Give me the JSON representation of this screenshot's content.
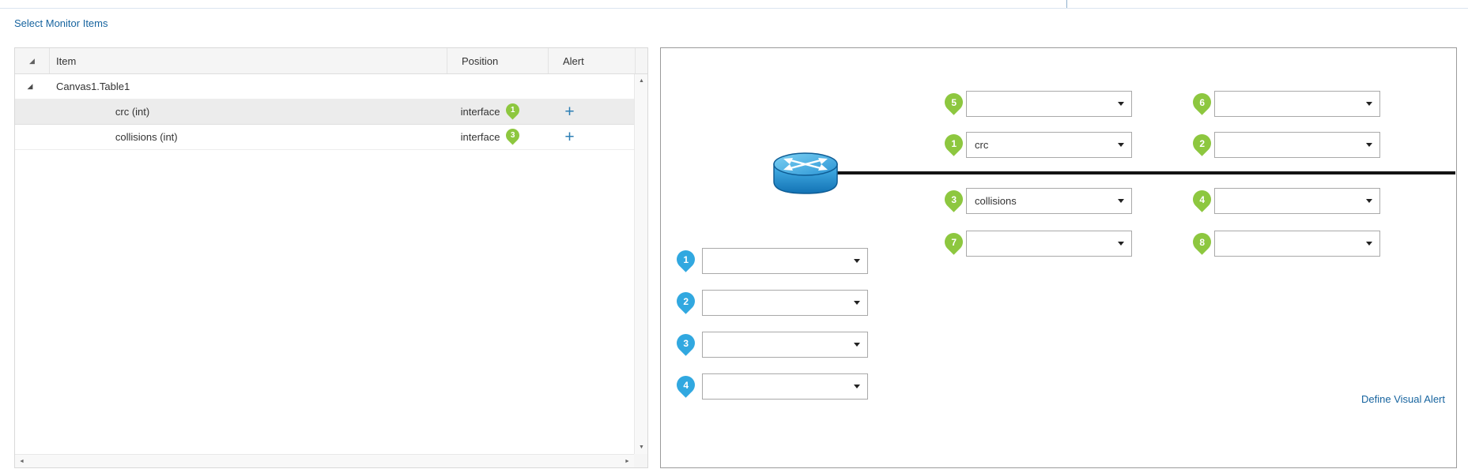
{
  "header": {
    "select_monitor_items": "Select Monitor Items"
  },
  "monitor_table": {
    "columns": {
      "item": "Item",
      "position": "Position",
      "alert": "Alert"
    },
    "group_row": {
      "label": "Canvas1.Table1"
    },
    "rows": [
      {
        "item": "crc (int)",
        "position": "interface",
        "pin_number": "1",
        "alert_action": "+"
      },
      {
        "item": "collisions (int)",
        "position": "interface",
        "pin_number": "3",
        "alert_action": "+"
      }
    ]
  },
  "diagram": {
    "green_slots": [
      {
        "pin": "5",
        "value": ""
      },
      {
        "pin": "6",
        "value": ""
      },
      {
        "pin": "1",
        "value": "crc"
      },
      {
        "pin": "2",
        "value": ""
      },
      {
        "pin": "3",
        "value": "collisions"
      },
      {
        "pin": "4",
        "value": ""
      },
      {
        "pin": "7",
        "value": ""
      },
      {
        "pin": "8",
        "value": ""
      }
    ],
    "blue_slots": [
      {
        "pin": "1",
        "value": ""
      },
      {
        "pin": "2",
        "value": ""
      },
      {
        "pin": "3",
        "value": ""
      },
      {
        "pin": "4",
        "value": ""
      }
    ],
    "define_visual_alert": "Define Visual Alert"
  },
  "icons": {
    "expander": "◢",
    "scroll_up": "▲",
    "scroll_down": "▼",
    "scroll_left": "◄",
    "scroll_right": "►"
  },
  "colors": {
    "link_blue": "#17649f",
    "pin_green": "#8dc73f",
    "pin_blue": "#31a8e0",
    "plus_blue": "#2e7fb5",
    "network_line": "#141414"
  }
}
